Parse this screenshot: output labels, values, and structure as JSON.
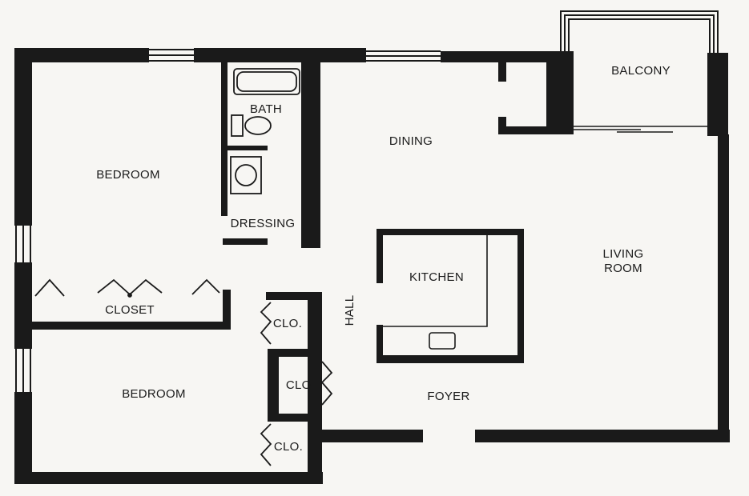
{
  "floor_plan": {
    "rooms": {
      "balcony": "BALCONY",
      "bath": "BATH",
      "dining": "DINING",
      "bedroom_top": "BEDROOM",
      "dressing": "DRESSING",
      "kitchen": "KITCHEN",
      "living_1": "LIVING",
      "living_2": "ROOM",
      "closet": "CLOSET",
      "hall": "HALL",
      "clo_1": "CLO.",
      "clo_2": "CLO.",
      "clo_3": "CLO.",
      "bedroom_bottom": "BEDROOM",
      "foyer": "FOYER"
    },
    "colors": {
      "ink": "#1a1a1a",
      "paper": "#f7f6f3"
    }
  }
}
